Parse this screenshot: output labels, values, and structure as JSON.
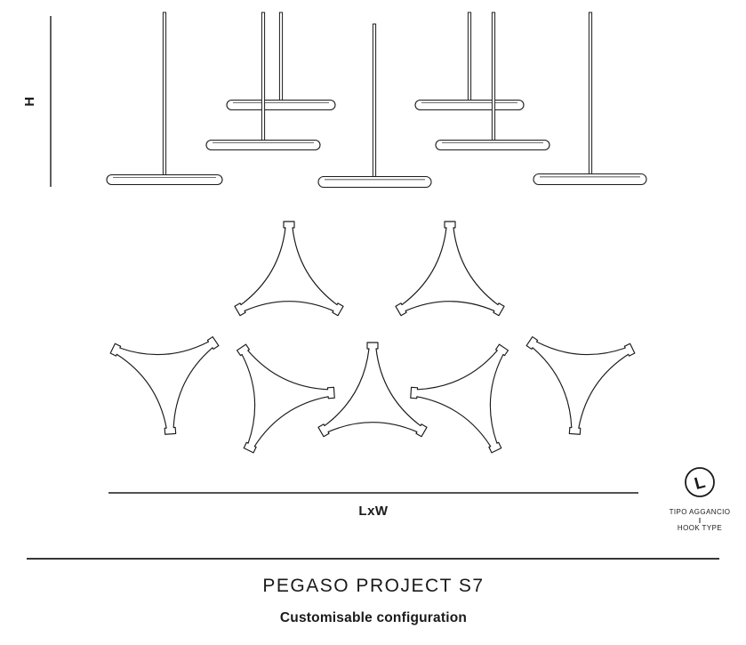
{
  "colors": {
    "ink": "#1a1a1a",
    "background": "#ffffff"
  },
  "elevation": {
    "dimension_label": "H"
  },
  "plan": {
    "dimension_label": "LxW"
  },
  "hook": {
    "letter": "L",
    "caption_line1": "TIPO AGGANCIO",
    "caption_line2": "HOOK TYPE"
  },
  "footer": {
    "title": "PEGASO PROJECT S7",
    "subtitle": "Customisable configuration"
  }
}
